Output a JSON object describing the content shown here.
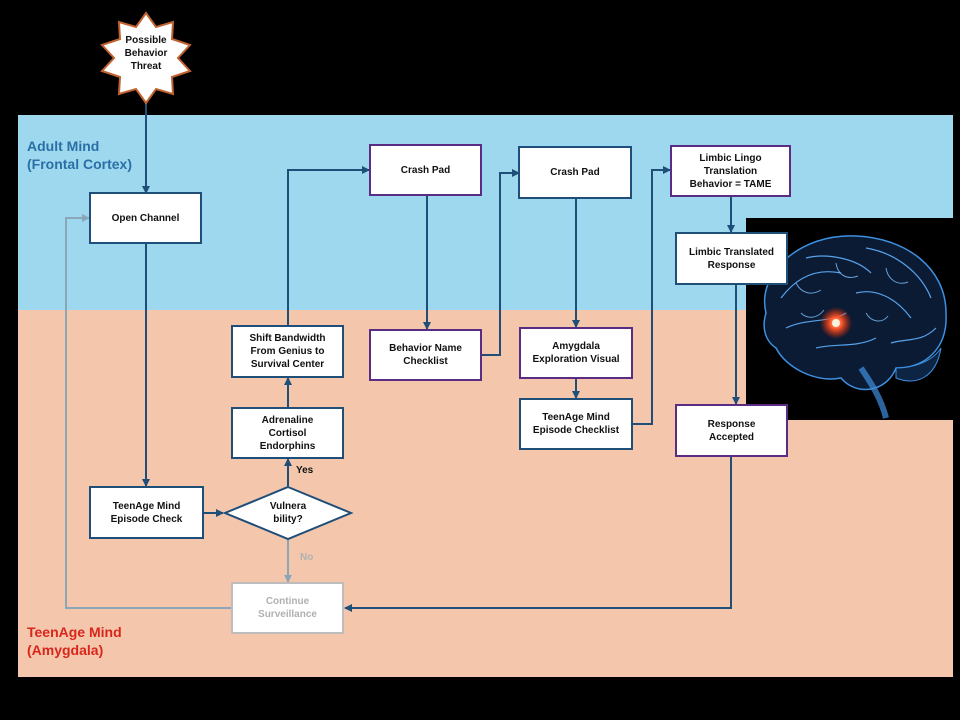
{
  "zones": {
    "adult": {
      "line1": "Adult Mind",
      "line2": "(Frontal Cortex)"
    },
    "teen": {
      "line1": "TeenAge Mind",
      "line2": "(Amygdala)"
    }
  },
  "nodes": {
    "threat": [
      "Possible",
      "Behavior",
      "Threat"
    ],
    "open_channel": [
      "Open Channel"
    ],
    "crash_pad_1": [
      "Crash Pad"
    ],
    "crash_pad_2": [
      "Crash Pad"
    ],
    "limbic_lingo": [
      "Limbic Lingo",
      "Translation",
      "Behavior = TAME"
    ],
    "limbic_translated": [
      "Limbic Translated",
      "Response"
    ],
    "shift_bandwidth": [
      "Shift Bandwidth",
      "From Genius to",
      "Survival Center"
    ],
    "adrenaline": [
      "Adrenaline",
      "Cortisol",
      "Endorphins"
    ],
    "behavior_checklist": [
      "Behavior Name",
      "Checklist"
    ],
    "amygdala_visual": [
      "Amygdala",
      "Exploration Visual"
    ],
    "episode_checklist": [
      "TeenAge Mind",
      "Episode Checklist"
    ],
    "response_accepted": [
      "Response",
      "Accepted"
    ],
    "episode_check": [
      "TeenAge Mind",
      "Episode Check"
    ],
    "vulnerability": [
      "Vulnera",
      "bility?"
    ],
    "continue_surveillance": [
      "Continue",
      "Surveillance"
    ]
  },
  "edge_labels": {
    "yes": "Yes",
    "no": "No"
  },
  "colors": {
    "adult_zone": "#9dd8ef",
    "teen_zone": "#f4c7ad",
    "adult_label": "#2a6fa6",
    "teen_label": "#d8261c",
    "arrow": "#1f4e79",
    "muted_arrow": "#8aa7b8",
    "threat_border": "#c0622f"
  },
  "icons": {
    "brain": "brain-image"
  }
}
